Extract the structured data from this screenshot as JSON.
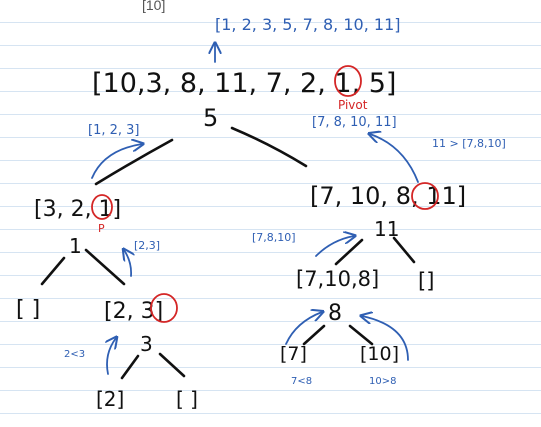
{
  "top_clipped_text": "[10]",
  "result_label": "[1, 2, 3, 5, 7, 8, 10, 11]",
  "root": {
    "array": "[10,3, 8, 11, 7, 2, 1, 5]",
    "pivot_word": "Pivot",
    "pivot_value": "5",
    "left_sorted": "[1, 2, 3]",
    "right_sorted": "[7, 8, 10, 11]",
    "comparison_note": "11 > [7,8,10]"
  },
  "left_branch": {
    "array": "[3, 2, 1]",
    "pivot_mark": "P",
    "pivot_value": "1",
    "sorted_label": "[2,3]",
    "empty": "[ ]",
    "child_array": "[2, 3]",
    "child_pivot": "3",
    "compare_note": "2<3",
    "left_leaf": "[2]",
    "right_leaf": "[ ]"
  },
  "right_branch": {
    "array": "[7, 10, 8, 11]",
    "pivot_value": "11",
    "sorted_label": "[7,8,10]",
    "child_array": "[7,10,8]",
    "empty": "[]",
    "child_pivot": "8",
    "left_leaf": "[7]",
    "right_leaf": "[10]",
    "left_note": "7<8",
    "right_note": "10>8"
  },
  "colors": {
    "ink": "#111111",
    "annotation": "#2f5fb3",
    "pivot": "#d42626",
    "rule": "#d6e4f2"
  }
}
